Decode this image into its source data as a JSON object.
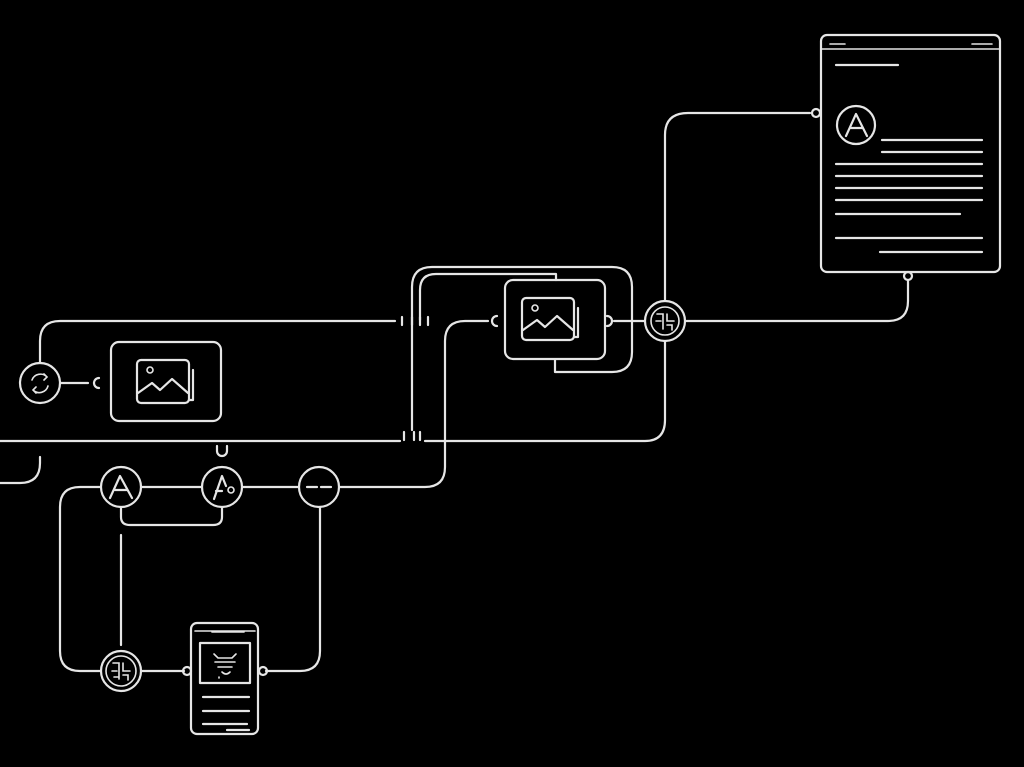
{
  "colors": {
    "background": "#000000",
    "stroke": "#e6e6e6"
  },
  "nodes": [
    {
      "id": "sync",
      "icon": "sync-icon"
    },
    {
      "id": "image-card-1",
      "icon": "image-icon"
    },
    {
      "id": "text-a",
      "icon": "letter-a-icon"
    },
    {
      "id": "text-a-edit",
      "icon": "letter-a-edit-icon"
    },
    {
      "id": "minus",
      "icon": "minus-icon"
    },
    {
      "id": "brain-1",
      "icon": "brain-chip-icon"
    },
    {
      "id": "phone",
      "icon": "mobile-document-icon"
    },
    {
      "id": "image-card-2",
      "icon": "image-icon"
    },
    {
      "id": "brain-2",
      "icon": "brain-chip-icon"
    },
    {
      "id": "document",
      "icon": "document-icon"
    }
  ]
}
